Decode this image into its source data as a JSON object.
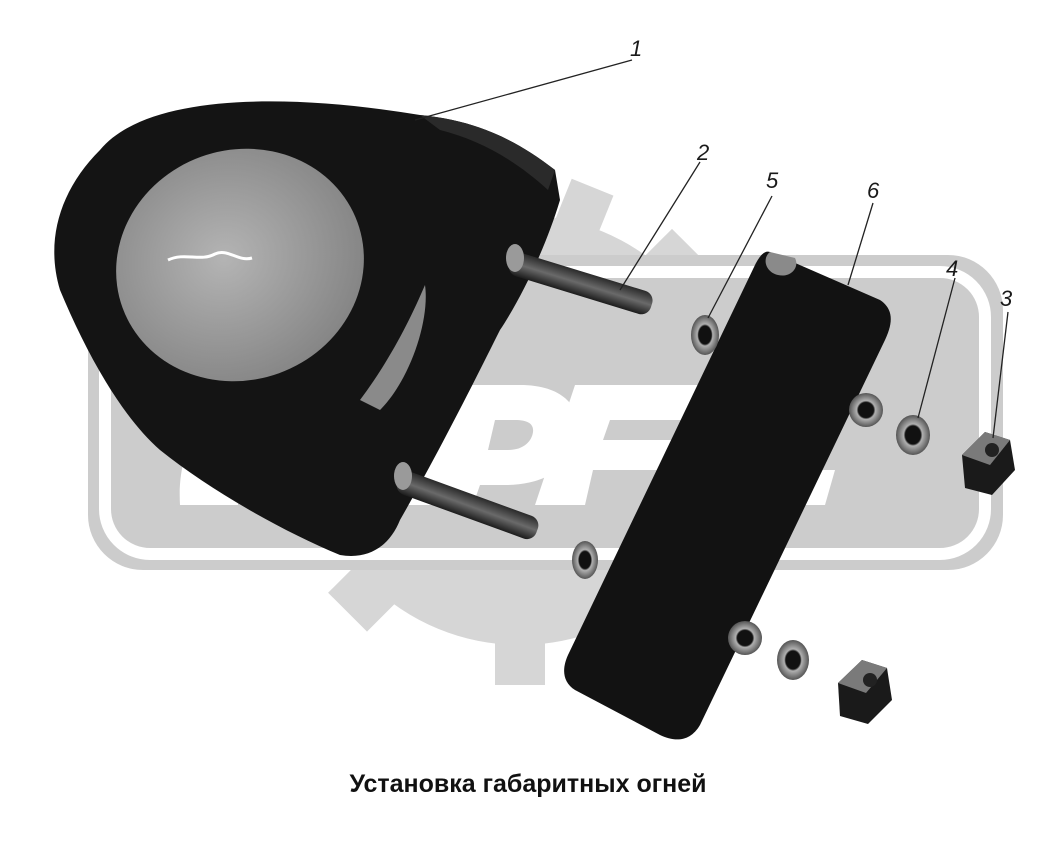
{
  "caption": "Установка габаритных огней",
  "callouts": [
    {
      "id": "1",
      "label": "1"
    },
    {
      "id": "2",
      "label": "2"
    },
    {
      "id": "3",
      "label": "3"
    },
    {
      "id": "4",
      "label": "4"
    },
    {
      "id": "5",
      "label": "5"
    },
    {
      "id": "6",
      "label": "6"
    }
  ],
  "watermark_text": "OPEL",
  "colors": {
    "background": "#ffffff",
    "watermark_gray": "#c8c8c8",
    "part_dark": "#151515",
    "lens_gray": "#9a9a9a",
    "metal_gray": "#7a7a7a",
    "leader_line": "#222222"
  }
}
